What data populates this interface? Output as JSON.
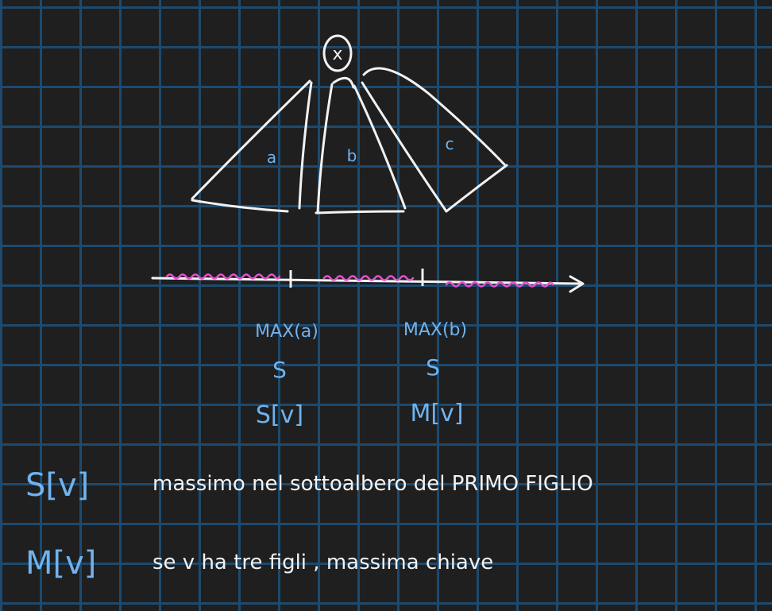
{
  "colors": {
    "background": "#1f1f1f",
    "grid": "#1d4a6e",
    "ink_white": "#f2f2f2",
    "ink_blue": "#6fb3f0",
    "ink_pink": "#e84fd0"
  },
  "tree": {
    "root_label": "x",
    "subtree_a": "a",
    "subtree_b": "b",
    "subtree_c": "c"
  },
  "mapping": {
    "left": {
      "top": "MAX(a)",
      "mid": "S",
      "bottom": "S[v]"
    },
    "right": {
      "top": "MAX(b)",
      "mid": "S",
      "bottom": "M[v]"
    }
  },
  "definitions": [
    {
      "term": "S[v]",
      "text": "massimo nel sottoalbero del PRIMO FIGLIO"
    },
    {
      "term": "M[v]",
      "text": "se v ha tre figli ,  massima chiave"
    }
  ]
}
